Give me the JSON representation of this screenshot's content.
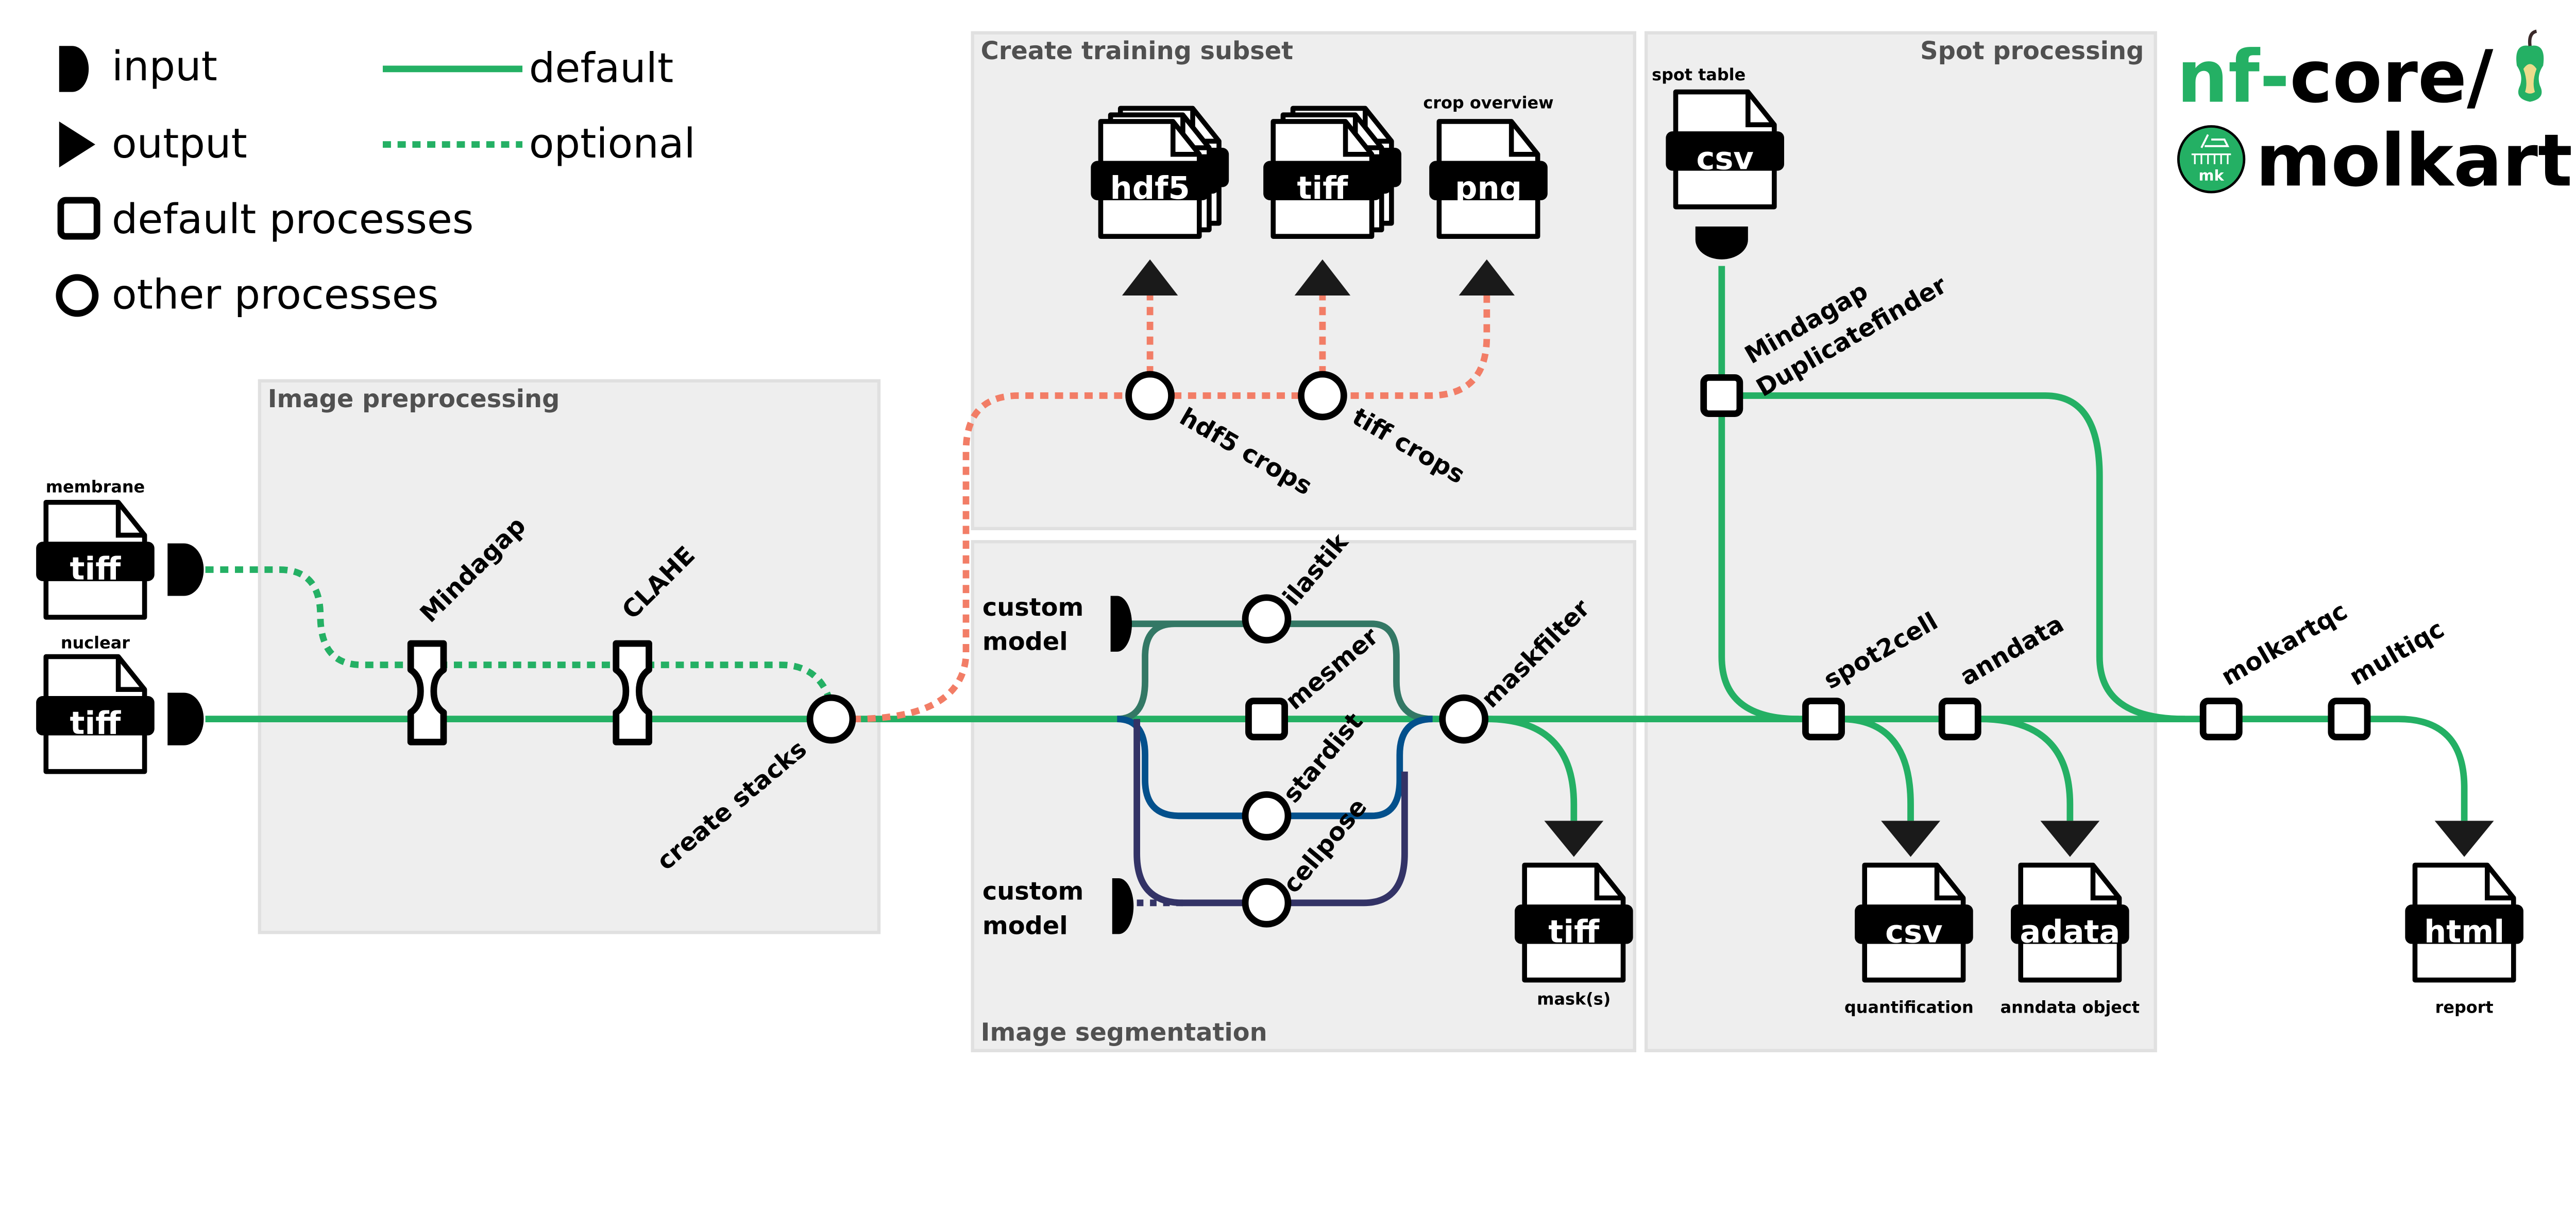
{
  "legend": {
    "input": "input",
    "output": "output",
    "default_processes": "default processes",
    "other_processes": "other processes",
    "default": "default",
    "optional": "optional"
  },
  "colors": {
    "default_line": "#24b064",
    "training_subset_line": "#f27d66",
    "ilastik_line": "#337865",
    "stardist_line": "#03508c",
    "cellpose_line": "#333366",
    "section_bg": "#eeeeee"
  },
  "sections": {
    "preprocessing": "Image preprocessing",
    "training": "Create training subset",
    "segmentation": "Image segmentation",
    "spot": "Spot processing"
  },
  "inputs": {
    "membrane": {
      "label": "membrane",
      "format": "tiff"
    },
    "nuclear": {
      "label": "nuclear",
      "format": "tiff"
    },
    "custom_model_1": [
      "custom",
      "model"
    ],
    "custom_model_2": [
      "custom",
      "model"
    ],
    "spot_table": {
      "label": "spot table",
      "format": "csv"
    }
  },
  "processes": {
    "mindagap": "Mindagap",
    "clahe": "CLAHE",
    "create_stacks": "create stacks",
    "hdf5_crops": "hdf5 crops",
    "tiff_crops": "tiff crops",
    "ilastik": "ilastik",
    "mesmer": "mesmer",
    "stardist": "stardist",
    "cellpose": "cellpose",
    "maskfilter": "maskfilter",
    "duplicatefinder": [
      "Mindagap",
      "Duplicatefinder"
    ],
    "spot2cell": "spot2cell",
    "anndata": "anndata",
    "molkartqc": "molkartqc",
    "multiqc": "multiqc"
  },
  "outputs": {
    "hdf5": {
      "format": "hdf5"
    },
    "tiff_crops": {
      "format": "tiff"
    },
    "crop_overview": {
      "label": "crop overview",
      "format": "png"
    },
    "masks": {
      "label": "mask(s)",
      "format": "tiff"
    },
    "quantification": {
      "label": "quantification",
      "format": "csv"
    },
    "anndata": {
      "label": "anndata object",
      "format": "adata"
    },
    "report": {
      "label": "report",
      "format": "html"
    }
  },
  "logo": {
    "nf": "nf",
    "dash": "-",
    "core": "core/",
    "name": "molkart",
    "badge": "mk"
  }
}
